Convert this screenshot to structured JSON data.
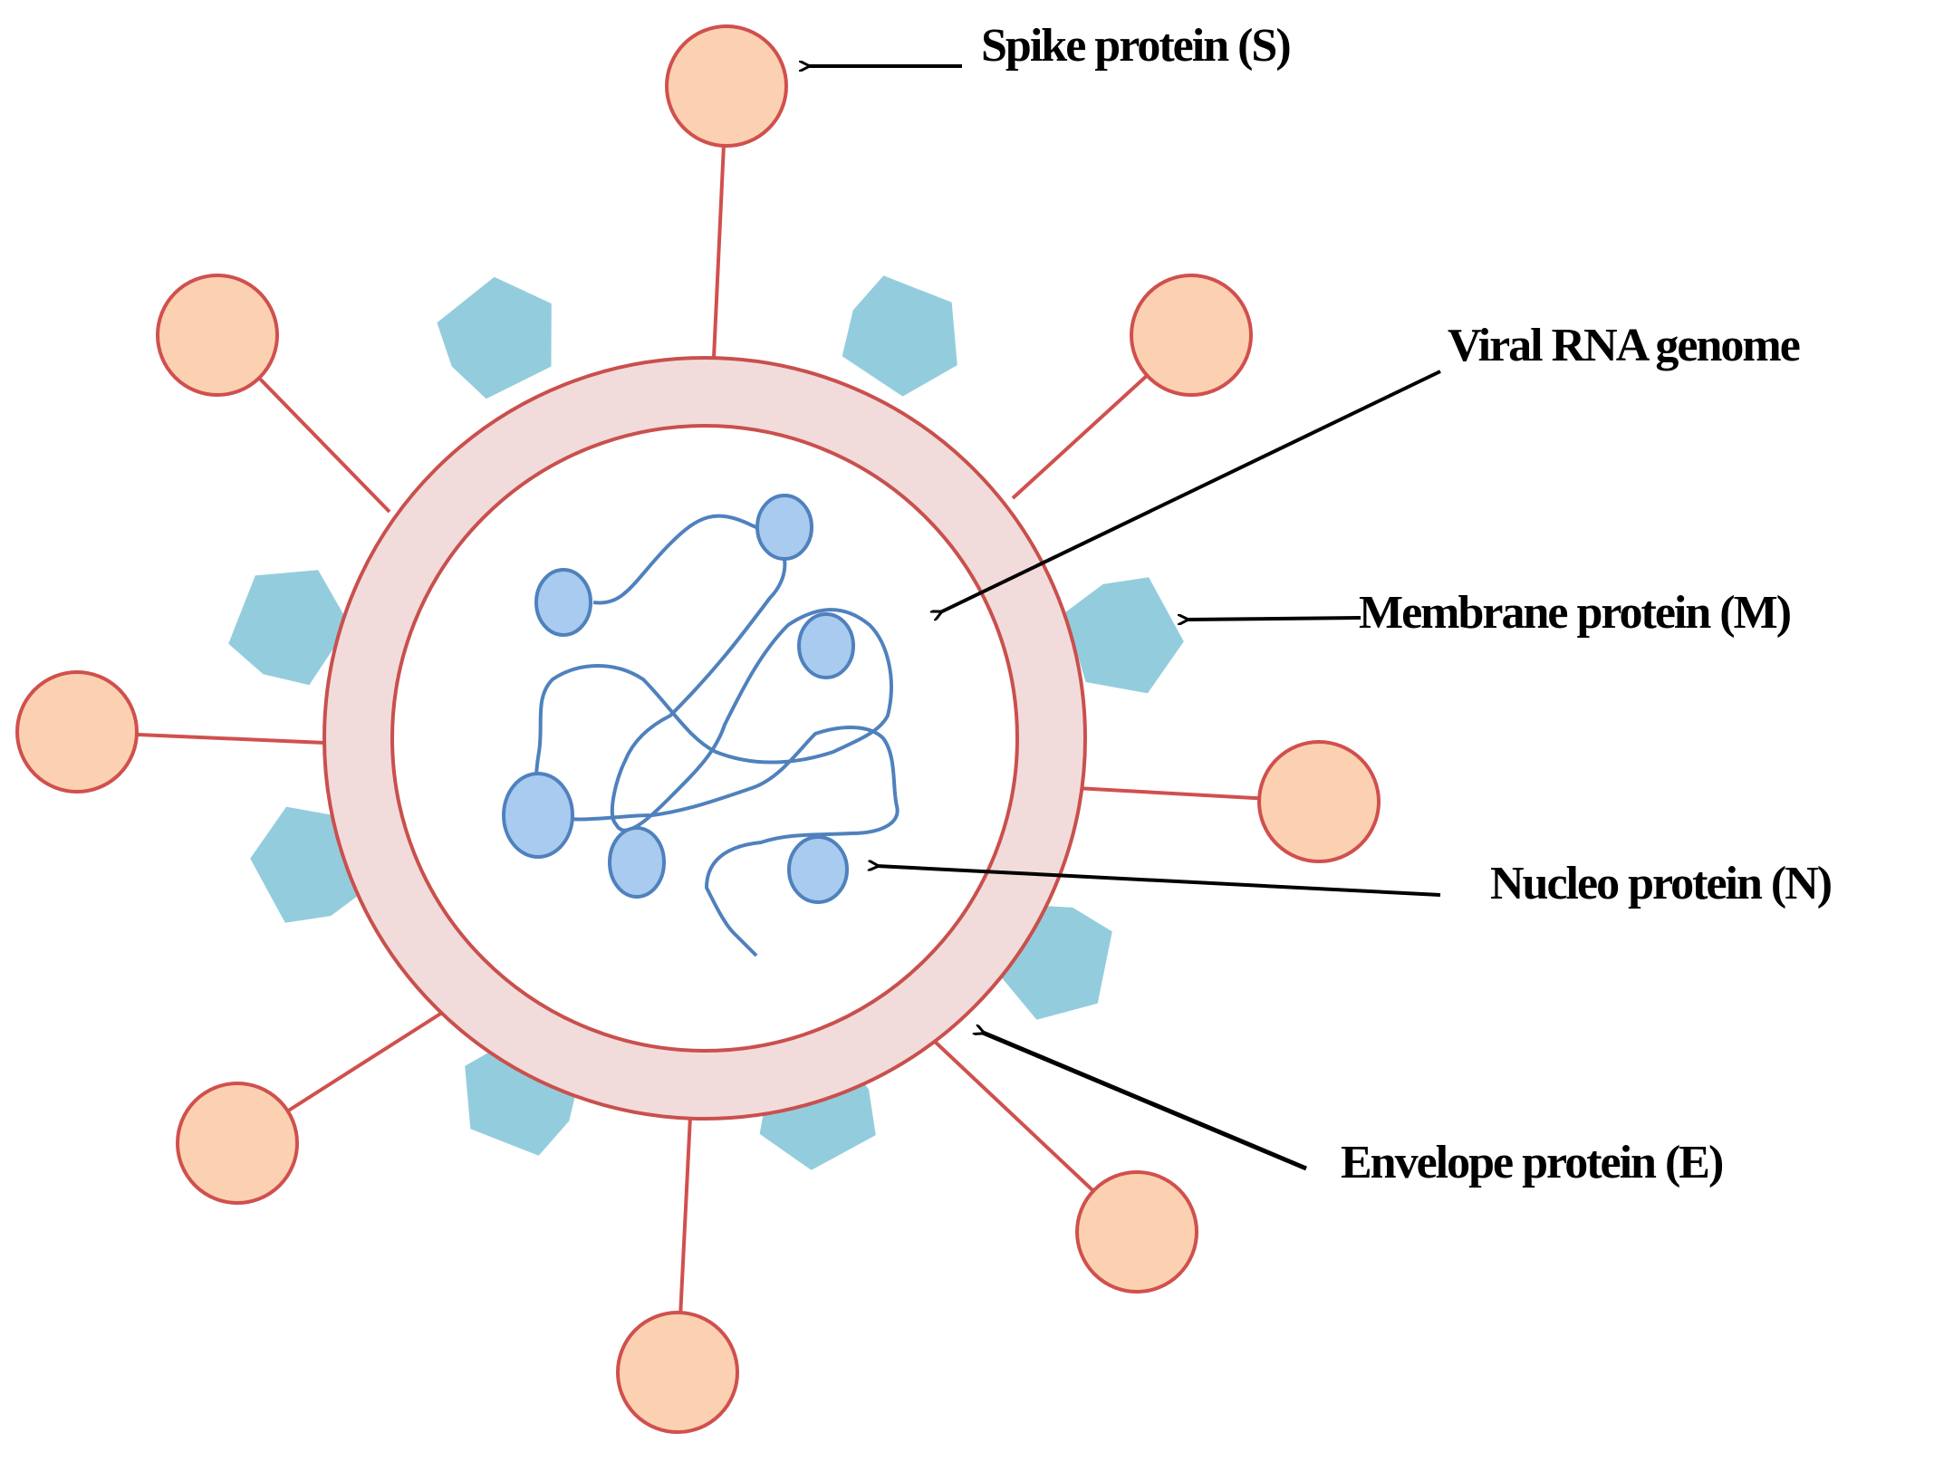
{
  "labels": {
    "spike": "Spike protein  (S)",
    "rna": "Viral RNA genome",
    "membrane": "Membrane protein (M)",
    "nucleo": "Nucleo protein (N)",
    "envelope": "Envelope protein (E)"
  },
  "colors": {
    "spike_fill": "#fbd1b2",
    "spike_stroke": "#d0504e",
    "envelope_fill": "#f2dcdb",
    "envelope_stroke": "#c9504d",
    "membrane_fill": "#93cddd",
    "rna_stroke": "#4f81bd",
    "nucleo_fill": "#a9cbef",
    "arrow": "#000000"
  },
  "icons": {
    "spike": "spike-protein-icon",
    "membrane": "membrane-protein-icon",
    "nucleo": "nucleo-protein-icon"
  }
}
